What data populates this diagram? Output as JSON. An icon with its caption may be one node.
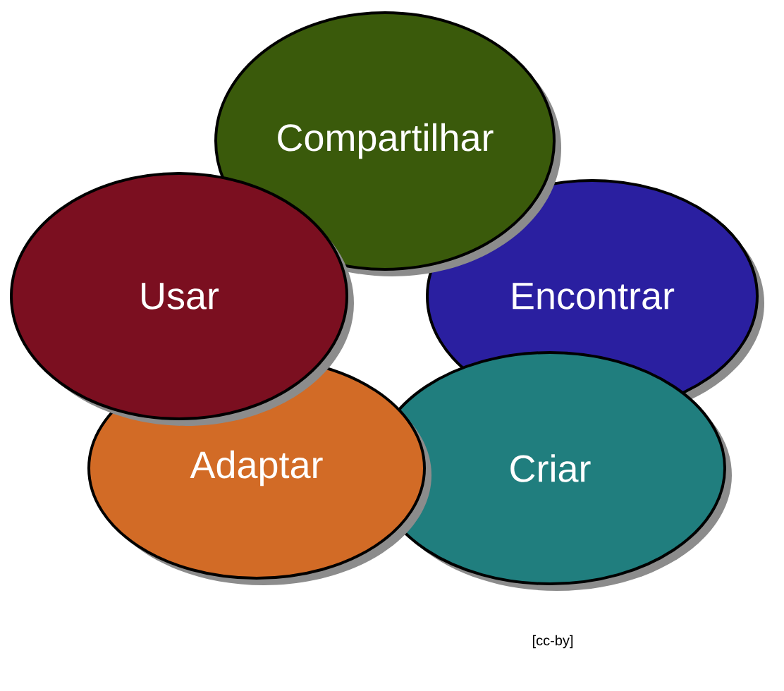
{
  "diagram": {
    "nodes": [
      {
        "text": [
          "Compartilhar"
        ]
      },
      {
        "text": [
          "Usar"
        ]
      },
      {
        "text": [
          "Encontrar"
        ]
      },
      {
        "text": [
          "Adaptar"
        ]
      },
      {
        "text": [
          "Criar"
        ]
      }
    ],
    "labels": [
      "[cc-by]"
    ]
  }
}
